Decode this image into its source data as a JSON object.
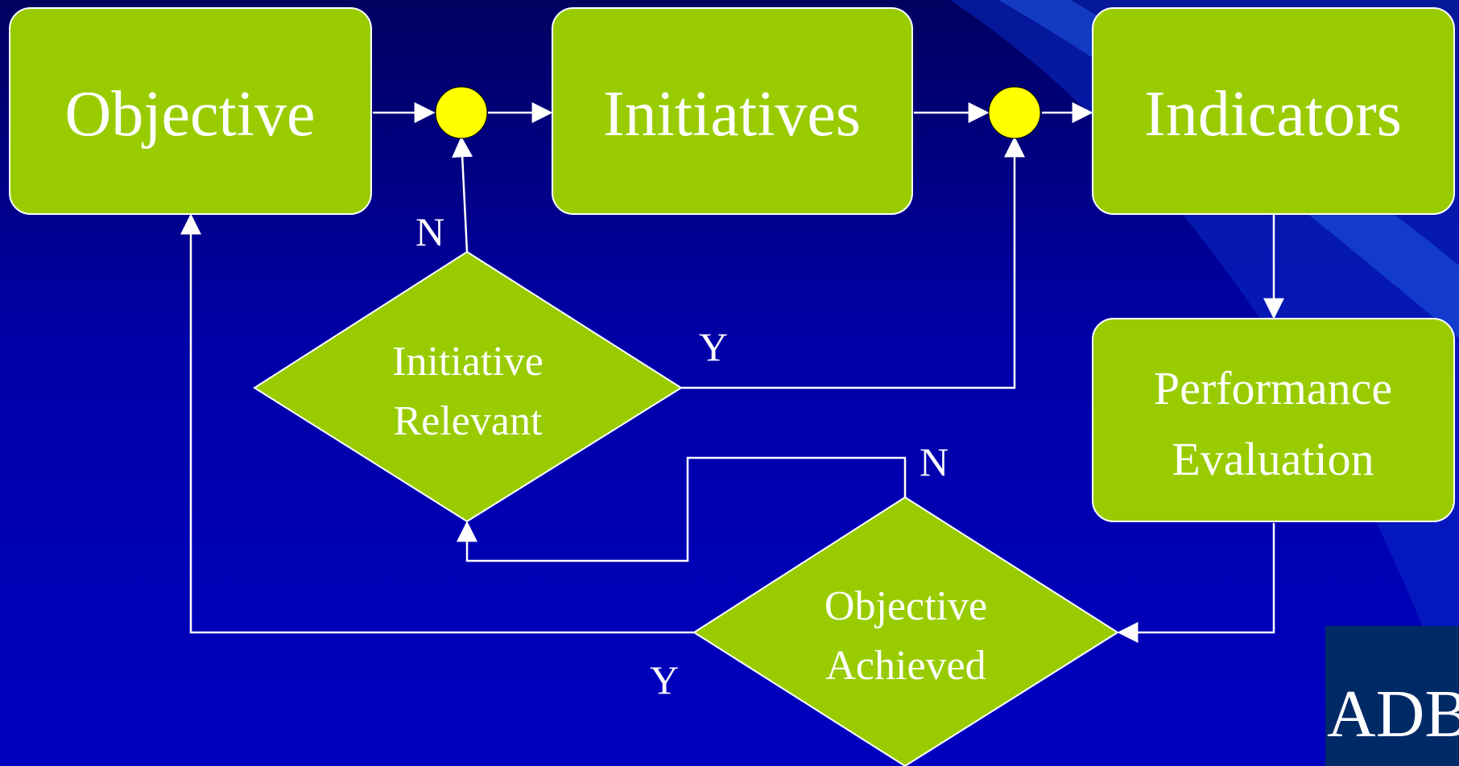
{
  "colors": {
    "background": "#0000b0",
    "background_gradient_top": "#000060",
    "node_fill": "#99cc00",
    "junction_fill": "#ffff00",
    "line": "#ffffff",
    "logo_bg": "#002a66"
  },
  "nodes": {
    "objective": "Objective",
    "initiatives": "Initiatives",
    "indicators": "Indicators",
    "performance_line1": "Performance",
    "performance_line2": "Evaluation",
    "initiative_relevant_line1": "Initiative",
    "initiative_relevant_line2": "Relevant",
    "objective_achieved_line1": "Objective",
    "objective_achieved_line2": "Achieved"
  },
  "edge_labels": {
    "relevant_no": "N",
    "relevant_yes": "Y",
    "achieved_no": "N",
    "achieved_yes": "Y"
  },
  "logo": {
    "text": "ADB"
  }
}
